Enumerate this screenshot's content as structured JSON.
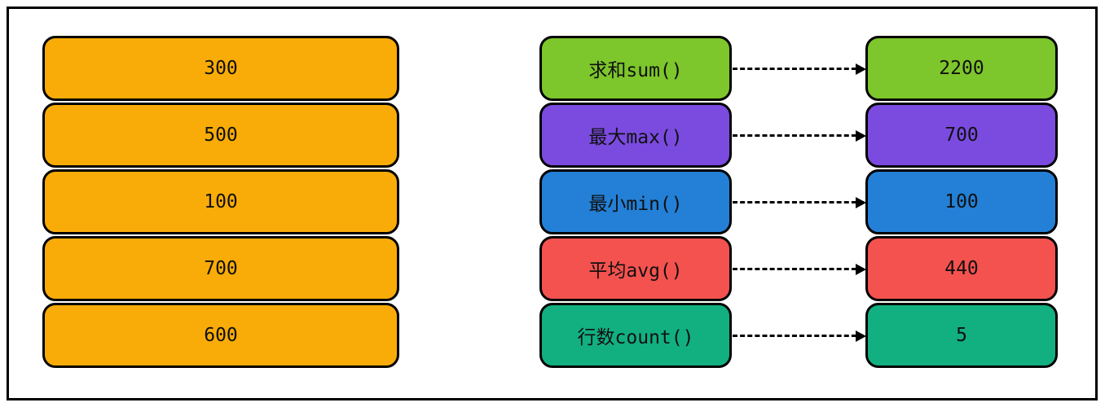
{
  "frame": {
    "border_color": "#000000",
    "background": "#ffffff"
  },
  "source_column": {
    "box_color": "#F9AC07",
    "values": [
      "300",
      "500",
      "100",
      "700",
      "600"
    ]
  },
  "rows": [
    {
      "function_label": "求和sum()",
      "result": "2200",
      "color": "#7DC62B"
    },
    {
      "function_label": "最大max()",
      "result": "700",
      "color": "#7B4BE0"
    },
    {
      "function_label": "最小min()",
      "result": "100",
      "color": "#2380D6"
    },
    {
      "function_label": "平均avg()",
      "result": "440",
      "color": "#F4524F"
    },
    {
      "function_label": "行数count()",
      "result": "5",
      "color": "#12B081"
    }
  ],
  "arrow": {
    "style": "dashed",
    "color": "#000000"
  }
}
